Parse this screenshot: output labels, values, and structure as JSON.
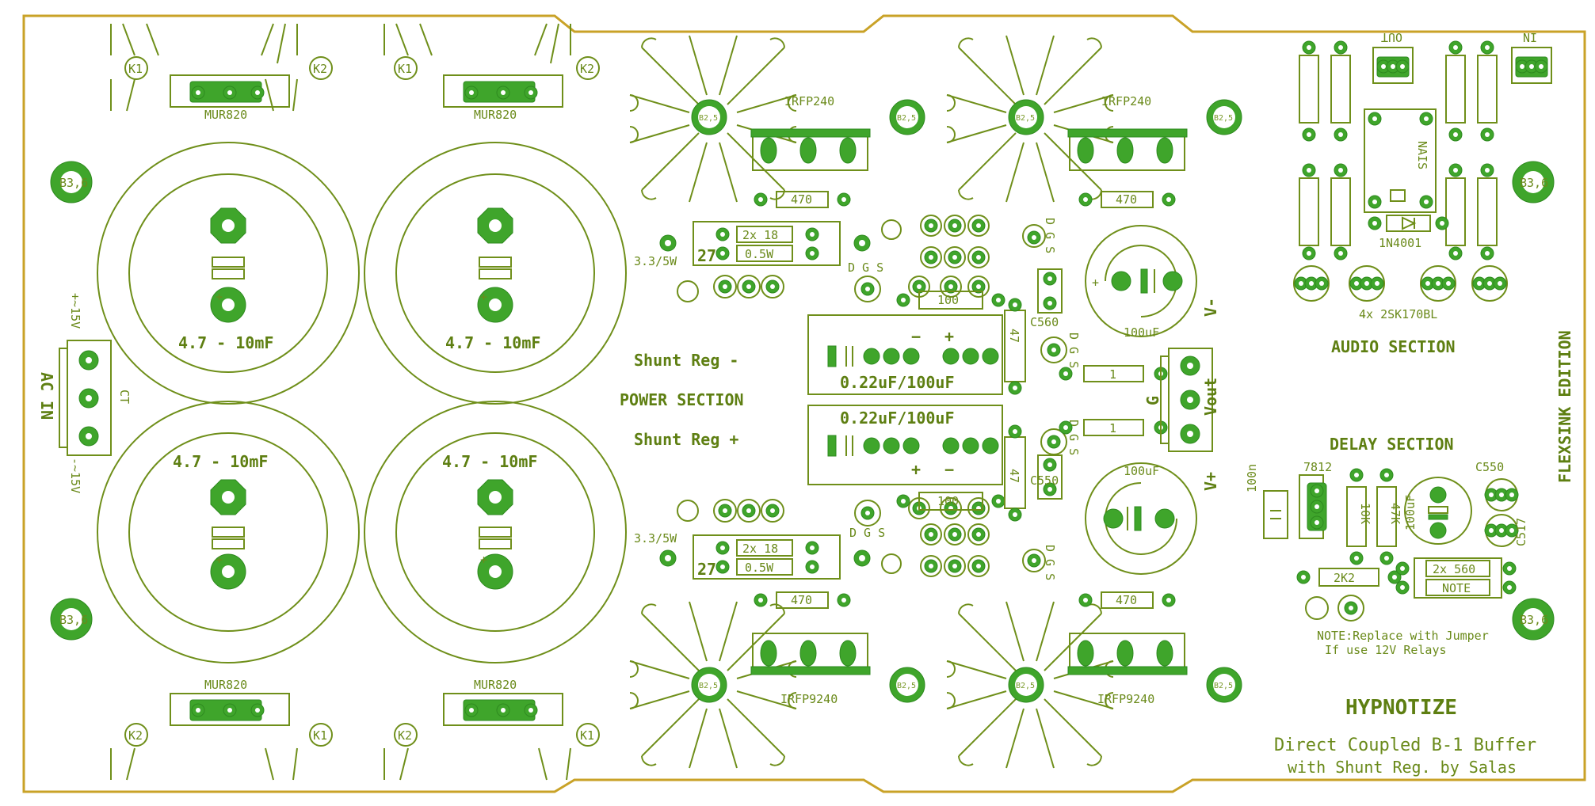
{
  "colors": {
    "silkscreen": "#6f8f1a",
    "copper": "#3fa52b",
    "outline": "#c9a227",
    "background": "#ffffff"
  },
  "labels": {
    "ac_in": "AC IN",
    "ac_p15": "+~15V",
    "ac_m15": "-~15V",
    "ct": "CT",
    "cap_main": "4.7 - 10mF",
    "mur820": "MUR820",
    "k1": "K1",
    "k2": "K2",
    "b3": "B3,6",
    "irfp240": "IRFP240",
    "irfp9240": "IRFP9240",
    "heatsink_pad": "B2,5",
    "r470": "470",
    "r2x18": "2x 18",
    "r05w": "0.5W",
    "z27": "27",
    "z33": "3.3/5W",
    "r100": "100",
    "cap_022": "0.22uF/100uF",
    "shunt_minus": "Shunt Reg -",
    "shunt_plus": "Shunt Reg +",
    "power_section": "POWER SECTION",
    "dgs": "D G S",
    "c560": "C560",
    "c550": "C550",
    "c517": "C517",
    "c47": "47",
    "c100uf": "100uF",
    "r1": "1",
    "vout": "Vout",
    "vplus": "V+",
    "vminus": "V-",
    "g": "G",
    "out": "OUT",
    "in": "IN",
    "relay": "NAIS",
    "diode": "1N4001",
    "jfets": "4x 2SK170BL",
    "audio_section": "AUDIO SECTION",
    "delay_section": "DELAY SECTION",
    "flexsink": "FLEXSINK EDITION",
    "reg7812": "7812",
    "c100n": "100n",
    "r10k": "10K",
    "r47k": "47K",
    "r2k2": "2K2",
    "r2x560": "2x 560",
    "note_short": "NOTE",
    "note_line1": "NOTE:Replace with Jumper",
    "note_line2": "If use 12V Relays",
    "title": "HYPNOTIZE",
    "subtitle1": "Direct Coupled B-1 Buffer",
    "subtitle2": "with Shunt Reg. by Salas"
  }
}
